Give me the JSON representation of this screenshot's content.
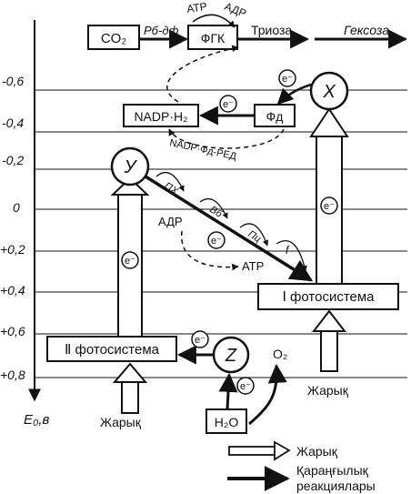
{
  "axis": {
    "label": "E₀,в",
    "ticks": [
      "-0,6",
      "-0,4",
      "-0,2",
      "0",
      "+0,2",
      "+0,4",
      "+0,6",
      "+0,8"
    ]
  },
  "top_chain": {
    "co2": "CO₂",
    "rbdf": "Рб-дф",
    "fgk": "ФГК",
    "trioza": "Триоза",
    "geksoza": "Гексоза",
    "atp": "АТР",
    "adp": "АДР"
  },
  "nadp": {
    "box": "NADP·H₂",
    "fd": "Фд",
    "fd_red": "NADP·Фд-РЕД"
  },
  "nodes": {
    "x": "X",
    "y": "У",
    "z": "Z"
  },
  "electron": "e⁻",
  "carriers": {
    "pkh": "ПХ",
    "bb": "Вб",
    "pts": "Пц",
    "f": "f"
  },
  "phosphorylation": {
    "adp": "АДР",
    "atp": "АТР"
  },
  "photosystems": {
    "ps1": "Ⅰ фотосистема",
    "ps2": "Ⅱ фотосистема"
  },
  "water": {
    "h2o": "H₂O",
    "o2": "O₂"
  },
  "light": {
    "right": "Жарық",
    "left": "Жарық"
  },
  "legend": {
    "light": "Жарық",
    "dark_line1": "Қараңғылық",
    "dark_line2": "реакциялары"
  }
}
